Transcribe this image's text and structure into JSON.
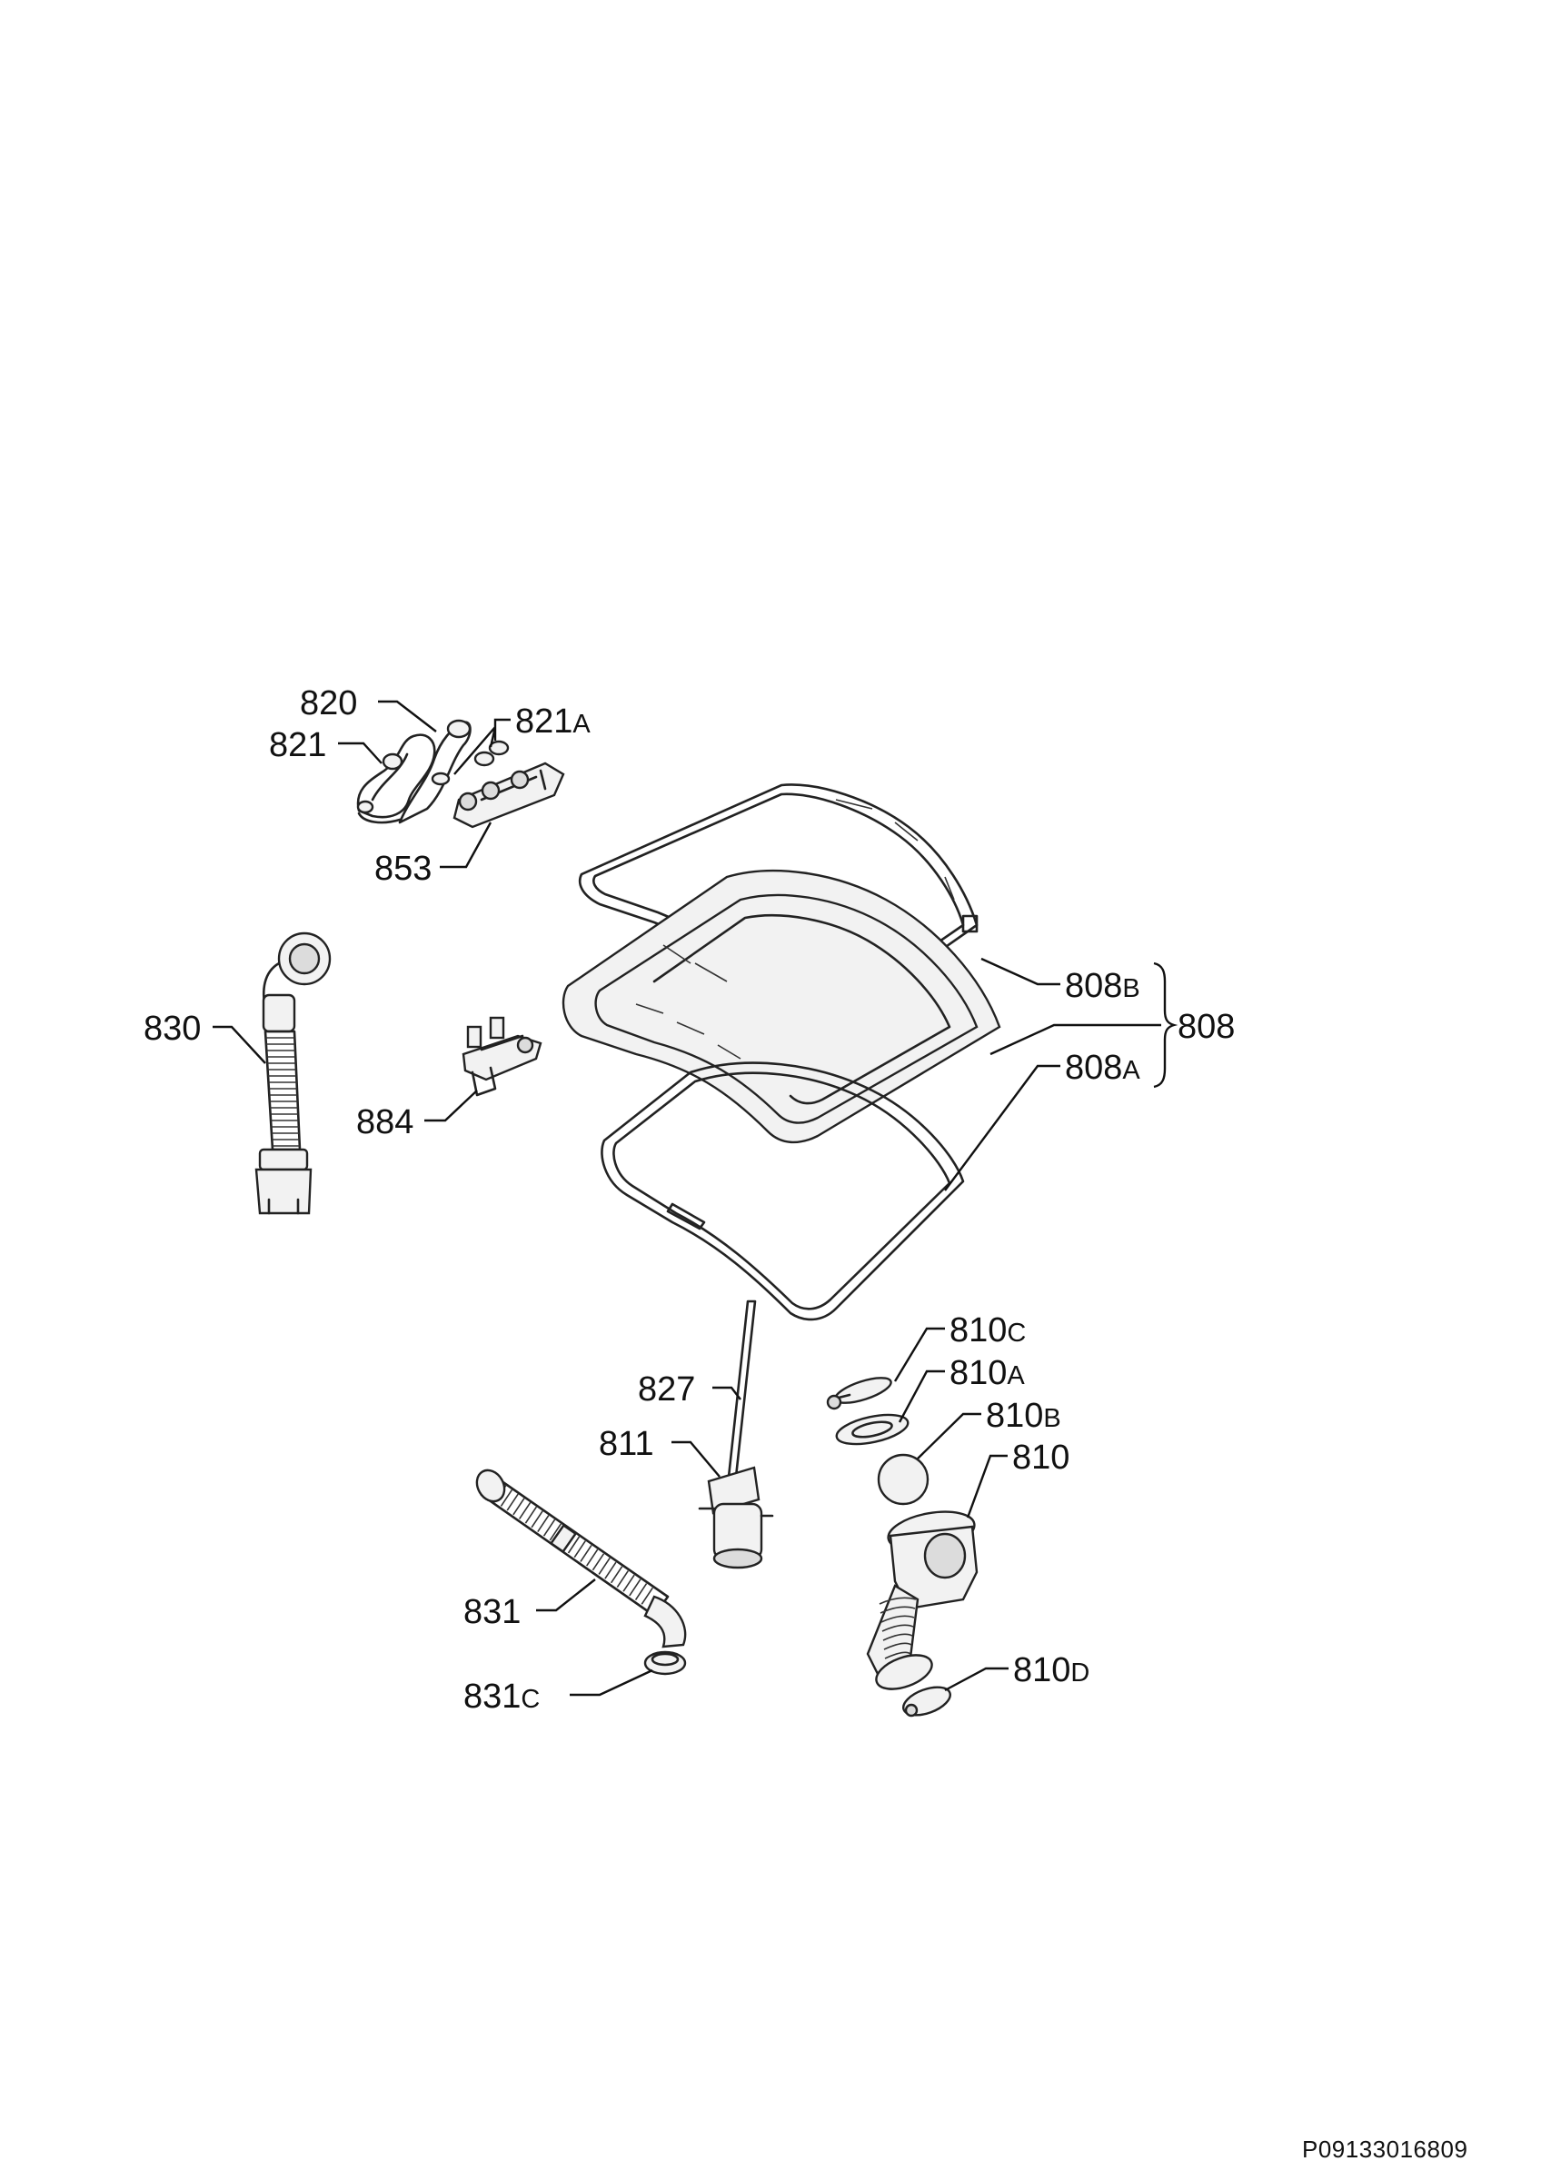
{
  "labels": [
    {
      "id": "820",
      "main": "820",
      "suffix": ""
    },
    {
      "id": "821",
      "main": "821",
      "suffix": ""
    },
    {
      "id": "821A",
      "main": "821",
      "suffix": "A"
    },
    {
      "id": "853",
      "main": "853",
      "suffix": ""
    },
    {
      "id": "830",
      "main": "830",
      "suffix": ""
    },
    {
      "id": "884",
      "main": "884",
      "suffix": ""
    },
    {
      "id": "808B",
      "main": "808",
      "suffix": "B"
    },
    {
      "id": "808",
      "main": "808",
      "suffix": ""
    },
    {
      "id": "808A",
      "main": "808",
      "suffix": "A"
    },
    {
      "id": "810C",
      "main": "810",
      "suffix": "C"
    },
    {
      "id": "810A",
      "main": "810",
      "suffix": "A"
    },
    {
      "id": "810B",
      "main": "810",
      "suffix": "B"
    },
    {
      "id": "810",
      "main": "810",
      "suffix": ""
    },
    {
      "id": "827",
      "main": "827",
      "suffix": ""
    },
    {
      "id": "811",
      "main": "811",
      "suffix": ""
    },
    {
      "id": "831",
      "main": "831",
      "suffix": ""
    },
    {
      "id": "831C",
      "main": "831",
      "suffix": "C"
    },
    {
      "id": "810D",
      "main": "810",
      "suffix": "D"
    }
  ],
  "document_code": "P09133016809"
}
